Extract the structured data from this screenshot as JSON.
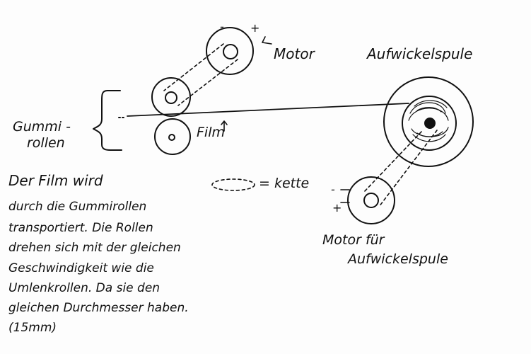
{
  "labels": {
    "motor": "Motor",
    "minus_top": "-",
    "plus_top": "+",
    "aufwickelspule": "Aufwickelspule",
    "gummi_line1": "Gummi -",
    "gummi_line2": "rollen",
    "film": "Film",
    "kette_legend": "= kette",
    "minus_bottom": "-",
    "plus_bottom": "+",
    "motor_fuer_line1": "Motor für",
    "motor_fuer_line2": "Aufwickelspule"
  },
  "description": {
    "line1": "Der Film wird",
    "line2": "durch die Gummirollen",
    "line3": "transportiert. Die Rollen",
    "line4": "drehen sich mit der gleichen",
    "line5": "Geschwindigkeit wie die",
    "line6": "Umlenkrollen. Da sie den",
    "line7": "gleichen Durchmesser haben.",
    "line8": "(15mm)"
  }
}
